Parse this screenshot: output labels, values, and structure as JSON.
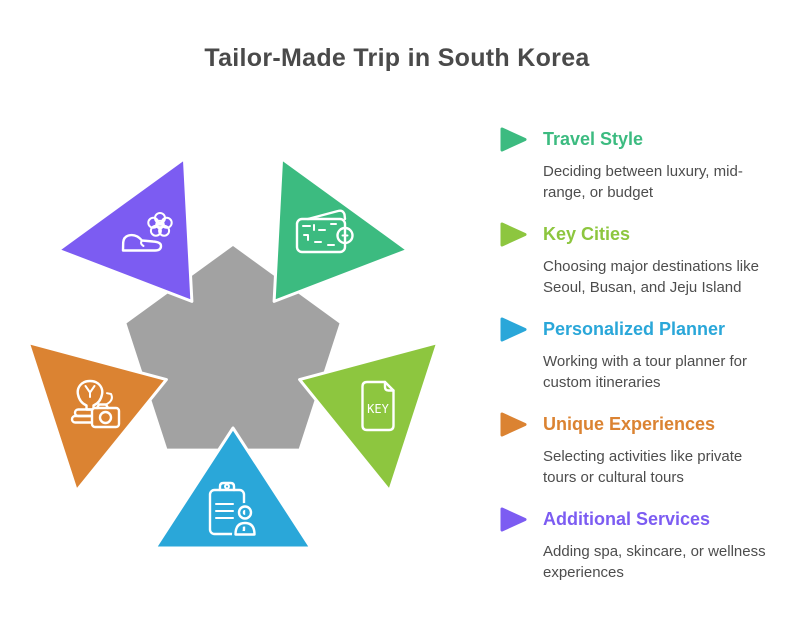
{
  "title": "Tailor-Made Trip in South Korea",
  "colors": {
    "title_text": "#4a4a4a",
    "description_text": "#4d4d4d",
    "pentagon": "#a2a2a2",
    "background": "#ffffff",
    "icon_stroke": "#ffffff"
  },
  "pentagon": {
    "shape": "regular-pentagon",
    "fill": "#a2a2a2"
  },
  "items": [
    {
      "id": "travel-style",
      "label": "Travel Style",
      "description": "Deciding between luxury, mid-\nrange, or budget",
      "color": "#3cbb80",
      "icon": "wallet-icon",
      "triangle_position": "top-right"
    },
    {
      "id": "key-cities",
      "label": "Key Cities",
      "description": "Choosing major destinations like\nSeoul, Busan, and Jeju Island",
      "color": "#8dc63f",
      "icon": "key-document-icon",
      "icon_text": "KEY",
      "triangle_position": "right"
    },
    {
      "id": "personalized-planner",
      "label": "Personalized Planner",
      "description": "Working with a tour planner for\ncustom itineraries",
      "color": "#2aa7d9",
      "icon": "clipboard-person-icon",
      "triangle_position": "bottom"
    },
    {
      "id": "unique-experiences",
      "label": "Unique Experiences",
      "description": "Selecting activities like private\ntours or cultural tours",
      "color": "#db8332",
      "icon": "cobra-camera-icon",
      "triangle_position": "left"
    },
    {
      "id": "additional-services",
      "label": "Additional Services",
      "description": "Adding spa, skincare, or wellness\nexperiences",
      "color": "#7c5cf2",
      "icon": "spa-flower-icon",
      "triangle_position": "top-left"
    }
  ]
}
